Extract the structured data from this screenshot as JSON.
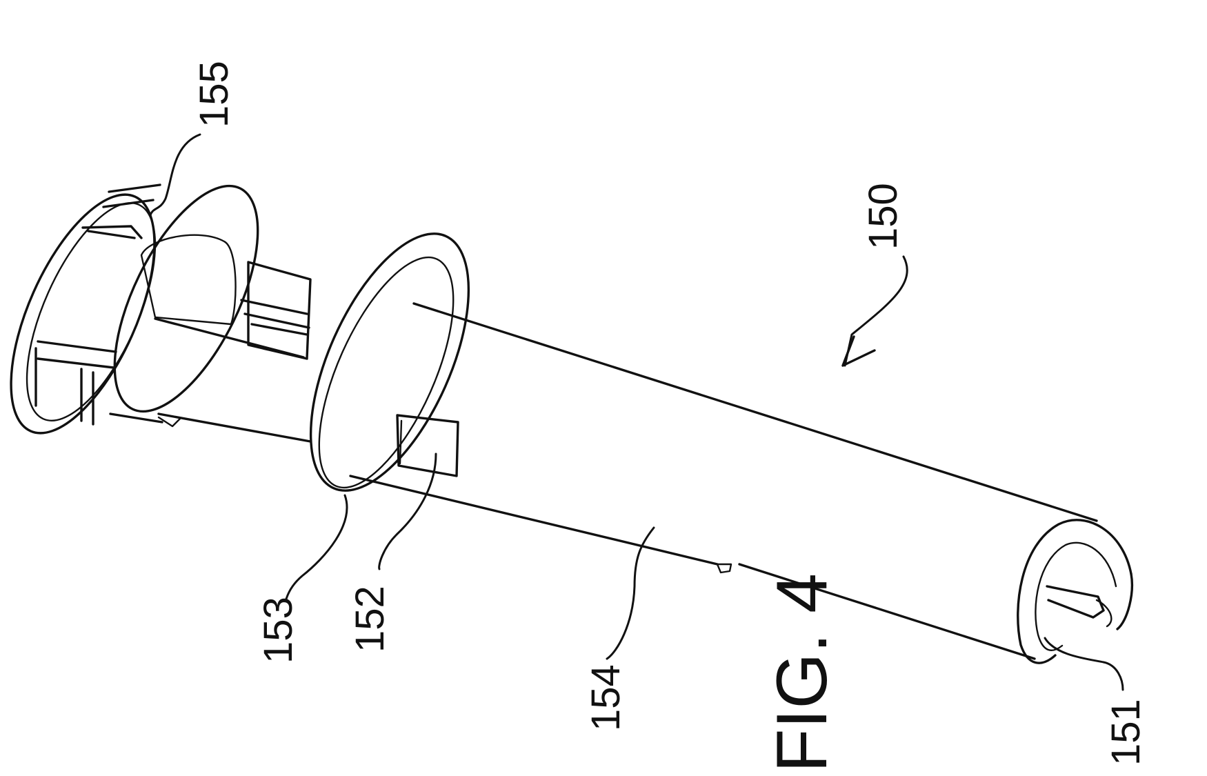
{
  "figure": {
    "caption": "FIG. 4",
    "ref_150": "150",
    "ref_151": "151",
    "ref_152": "152",
    "ref_153": "153",
    "ref_154": "154",
    "ref_155": "155"
  }
}
